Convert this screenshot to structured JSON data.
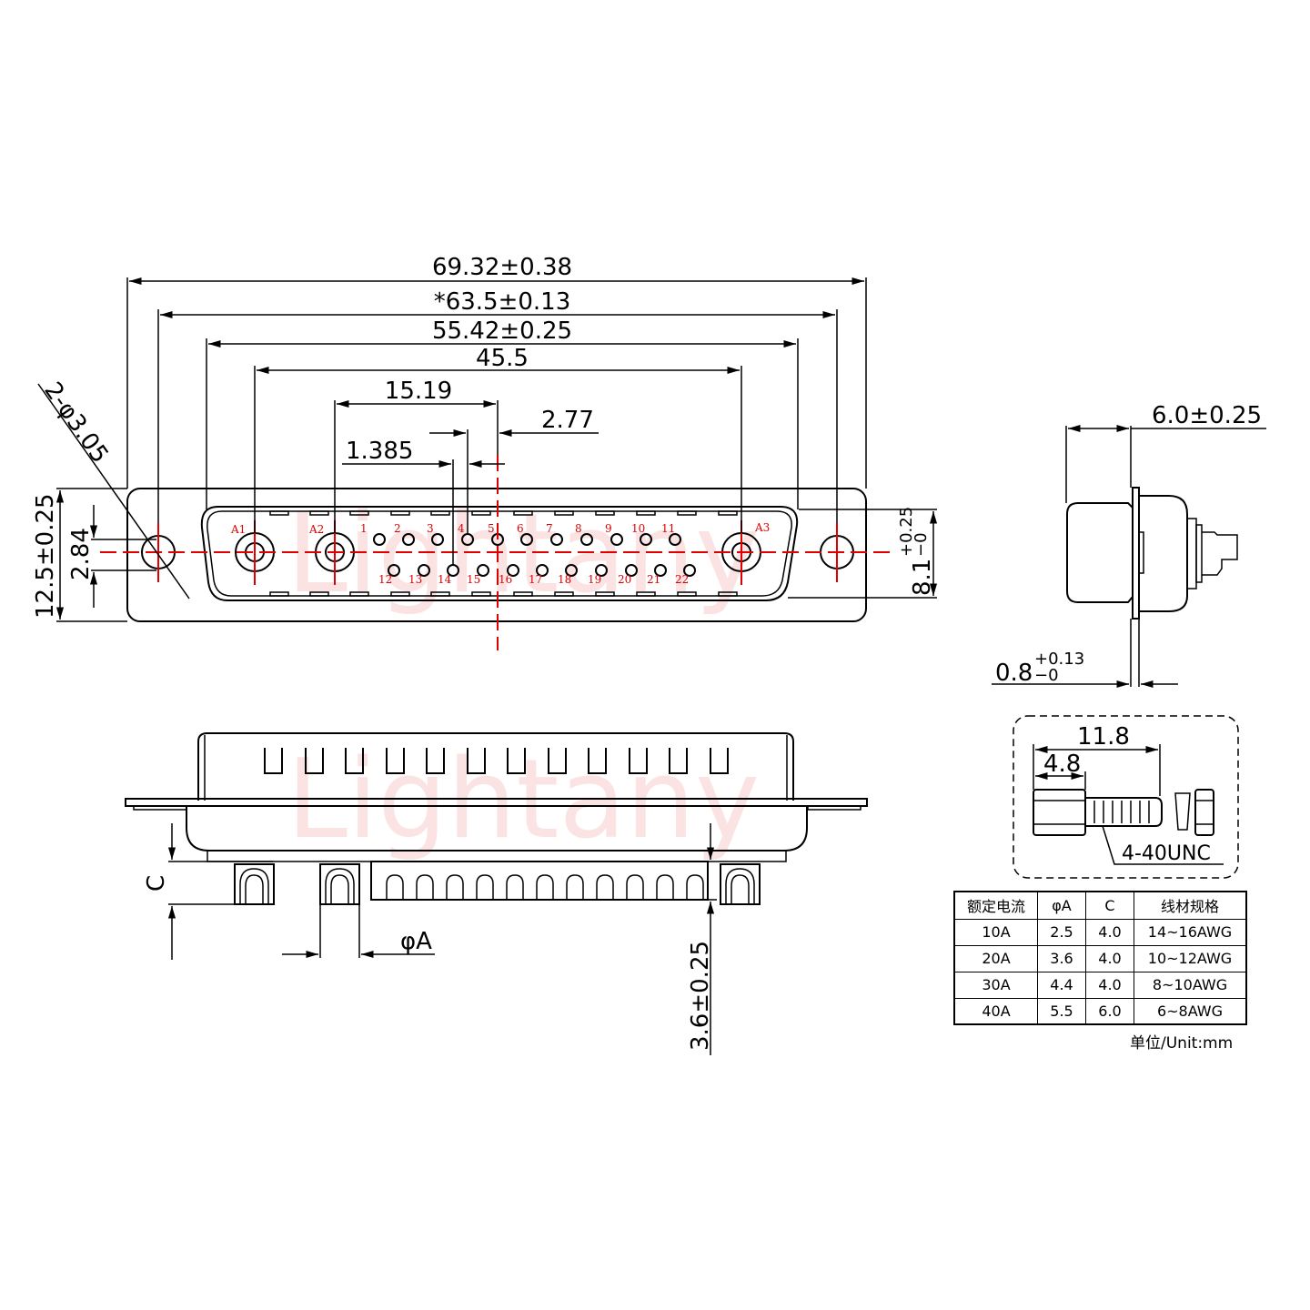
{
  "watermark": "Lightany",
  "front_view": {
    "dimensions": {
      "overall_width": "69.32±0.38",
      "mount_hole_spacing": "*63.5±0.13",
      "shell_width": "55.42±0.25",
      "power_pin_spacing": "45.5",
      "pin_offset": "15.19",
      "pin_pitch": "2.77",
      "row_offset": "1.385",
      "mount_hole": "2-φ3.05",
      "flange_height": "12.5±0.25",
      "row_spacing": "2.84",
      "shell_height": "8.1",
      "shell_height_tol_upper": "+0.25",
      "shell_height_tol_lower": "−0"
    },
    "power_pins": [
      "A1",
      "A2",
      "A3"
    ],
    "signal_pins_row1": [
      "1",
      "2",
      "3",
      "4",
      "5",
      "6",
      "7",
      "8",
      "9",
      "10",
      "11"
    ],
    "signal_pins_row2": [
      "12",
      "13",
      "14",
      "15",
      "16",
      "17",
      "18",
      "19",
      "20",
      "21",
      "22"
    ]
  },
  "side_view": {
    "depth": "6.0±0.25",
    "flange_thickness": "0.8",
    "flange_thickness_tol_upper": "+0.13",
    "flange_thickness_tol_lower": "−0"
  },
  "bottom_view": {
    "dim_c": "C",
    "dim_phiA": "φA",
    "tail_length": "3.6±0.25"
  },
  "screw_detail": {
    "overall_length": "11.8",
    "hex_length": "4.8",
    "thread": "4-40UNC"
  },
  "spec_table": {
    "headers": [
      "额定电流",
      "φA",
      "C",
      "线材规格"
    ],
    "rows": [
      [
        "10A",
        "2.5",
        "4.0",
        "14~16AWG"
      ],
      [
        "20A",
        "3.6",
        "4.0",
        "10~12AWG"
      ],
      [
        "30A",
        "4.4",
        "4.0",
        "8~10AWG"
      ],
      [
        "40A",
        "5.5",
        "6.0",
        "6~8AWG"
      ]
    ],
    "unit_note": "单位/Unit:mm"
  }
}
